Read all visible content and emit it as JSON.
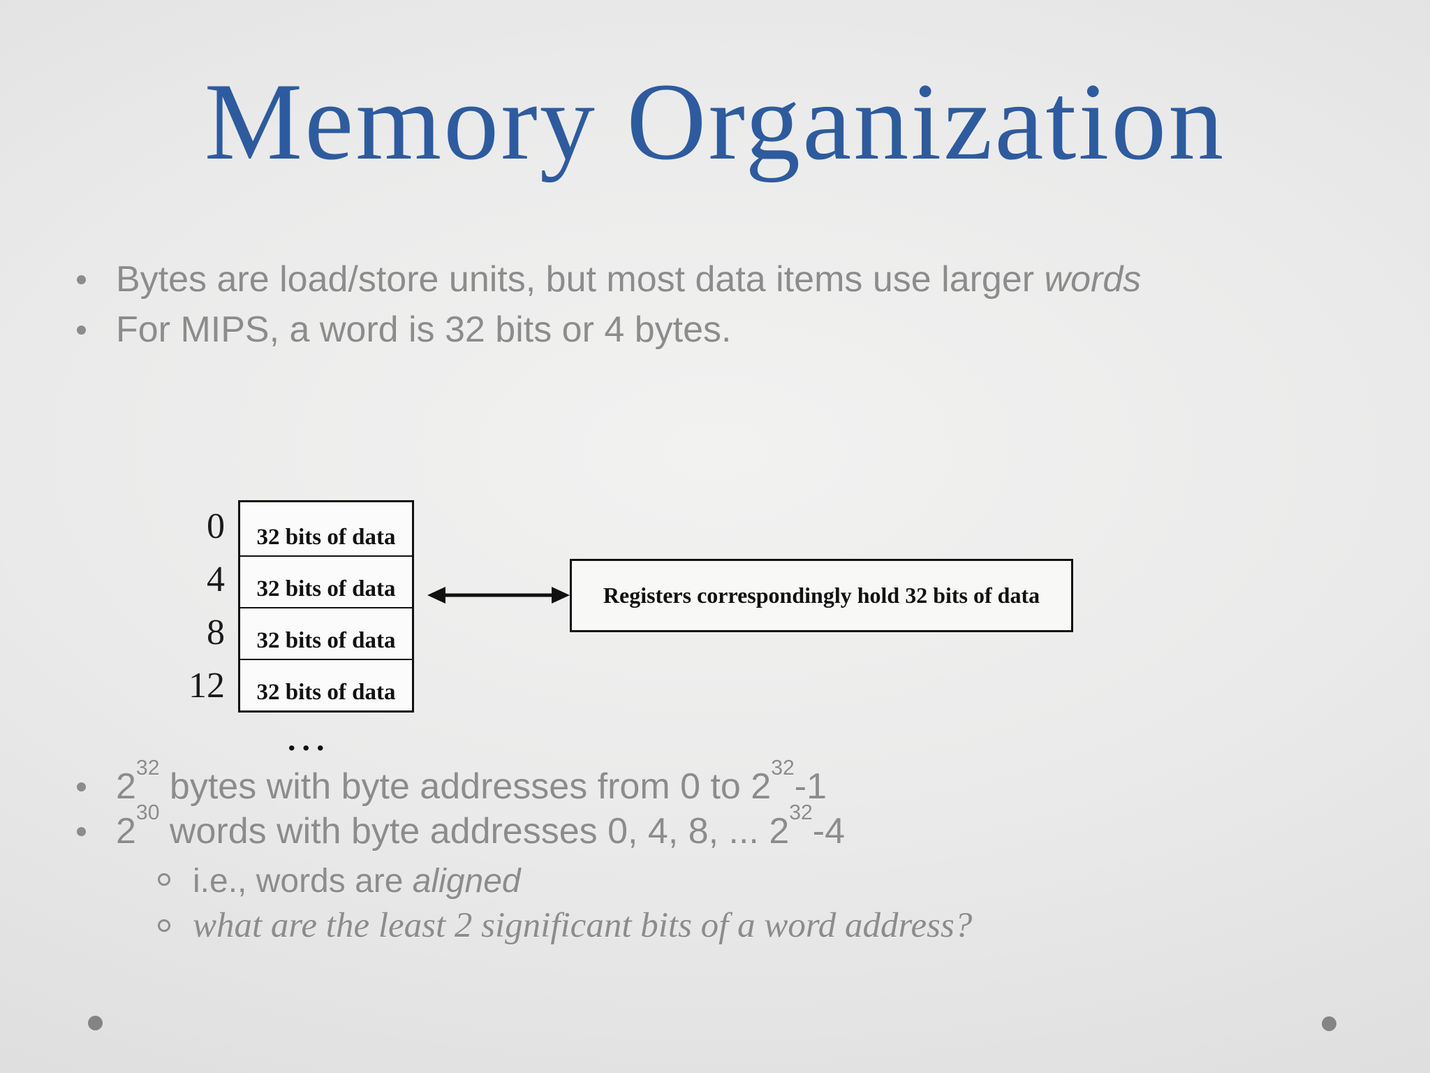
{
  "slide": {
    "title": "Memory Organization",
    "bullets_top": [
      {
        "text": "Bytes are load/store units, but most data items use larger ",
        "italic_word": "words"
      },
      {
        "text": "For MIPS, a word is 32 bits or 4 bytes."
      }
    ],
    "diagram": {
      "addresses": [
        "0",
        "4",
        "8",
        "12"
      ],
      "rows": [
        "32 bits of data",
        "32 bits of data",
        "32 bits of data",
        "32 bits of data"
      ],
      "ellipsis": "...",
      "register_label": "Registers correspondingly hold 32 bits of data"
    },
    "bullets_bottom": [
      {
        "base": "2",
        "sup1": "32",
        "mid": " bytes with byte addresses from 0 to 2",
        "sup2": "32",
        "tail": "-1"
      },
      {
        "base": "2",
        "sup1": "30",
        "mid": " words with byte addresses 0, 4, 8, ... 2",
        "sup2": "32",
        "tail": "-4"
      }
    ],
    "sub_bullets": [
      {
        "prefix": "i.e., words are ",
        "italic_word": "aligned"
      },
      {
        "italic_line": "what are the least 2 significant bits of a word address?"
      }
    ],
    "colors": {
      "title_blue": "#2e5b9e",
      "body_gray": "#8c8c8c",
      "diagram_ink": "#111111",
      "pin_gray": "#848484",
      "background_center": "#f2f2f1",
      "background_edge": "#d5d5d6"
    }
  }
}
